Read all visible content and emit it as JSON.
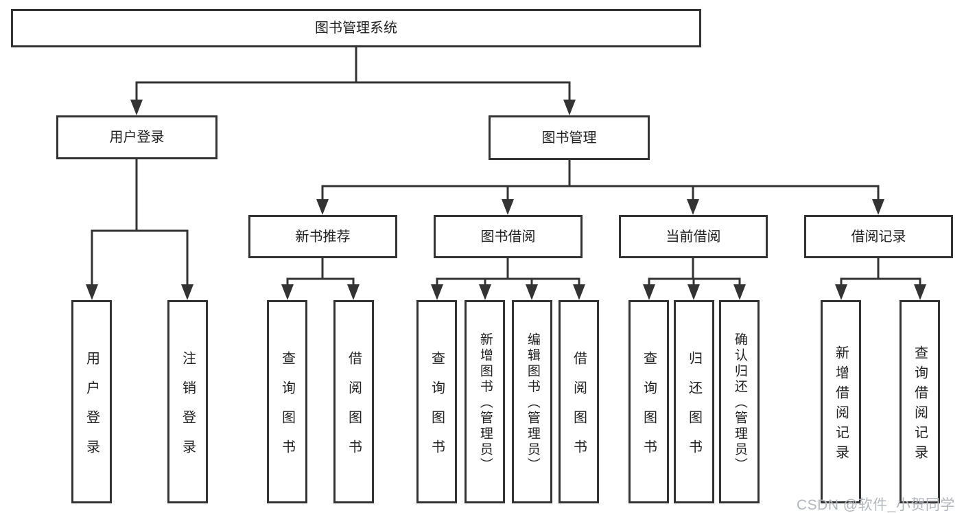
{
  "tree": {
    "root": {
      "label": "图书管理系统",
      "children": [
        {
          "label": "用户登录",
          "children": [
            {
              "label": "用户登录"
            },
            {
              "label": "注销登录"
            }
          ]
        },
        {
          "label": "图书管理",
          "children": [
            {
              "label": "新书推荐",
              "children": [
                {
                  "label": "查询图书"
                },
                {
                  "label": "借阅图书"
                }
              ]
            },
            {
              "label": "图书借阅",
              "children": [
                {
                  "label": "查询图书"
                },
                {
                  "label": "新增图书（管理员）"
                },
                {
                  "label": "编辑图书（管理员）"
                },
                {
                  "label": "借阅图书"
                }
              ]
            },
            {
              "label": "当前借阅",
              "children": [
                {
                  "label": "查询图书"
                },
                {
                  "label": "归还图书"
                },
                {
                  "label": "确认归还（管理员）"
                }
              ]
            },
            {
              "label": "借阅记录",
              "children": [
                {
                  "label": "新增借阅记录"
                },
                {
                  "label": "查询借阅记录"
                }
              ]
            }
          ]
        }
      ]
    }
  },
  "watermark": "CSDN @软件_小贺同学",
  "colors": {
    "line": "#333333",
    "text": "#222222",
    "watermark": "#b3b7bd"
  }
}
